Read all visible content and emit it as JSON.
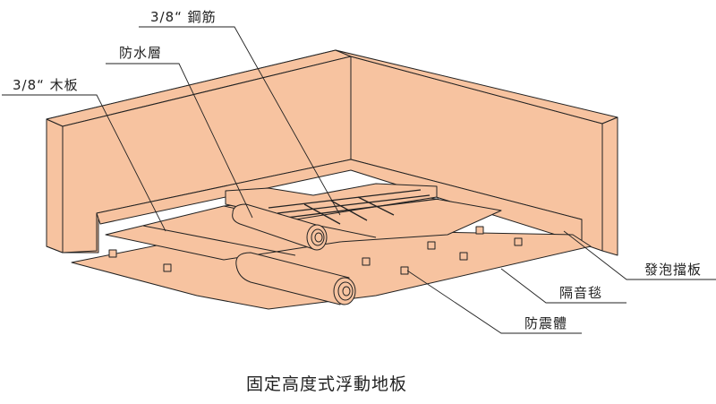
{
  "labels": {
    "rebar": "3/8“ 鋼筋",
    "waterproof": "防水層",
    "plywood": "3/8“ 木板",
    "foam_board": "發泡擋板",
    "acoustic_blanket": "隔音毯",
    "isolator": "防震體"
  },
  "caption": "固定高度式浮動地板",
  "colors": {
    "fill": "#F7C3A0",
    "stroke": "#222222"
  }
}
